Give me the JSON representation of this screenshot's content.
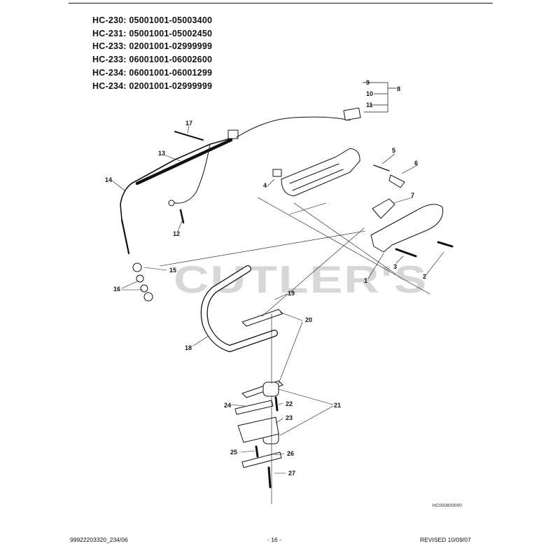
{
  "models": [
    {
      "model": "HC-230:",
      "serial": "05001001-05003400"
    },
    {
      "model": "HC-231:",
      "serial": "05001001-05002450"
    },
    {
      "model": "HC-233:",
      "serial": "02001001-02999999"
    },
    {
      "model": "HC-233:",
      "serial": "06001001-06002600"
    },
    {
      "model": "HC-234:",
      "serial": "06001001-06001299"
    },
    {
      "model": "HC-234:",
      "serial": "02001001-02999999"
    }
  ],
  "watermark": "CUTLER'S",
  "diagram_code": "HC000800000",
  "callouts": [
    "1",
    "2",
    "3",
    "4",
    "5",
    "6",
    "7",
    "8",
    "9",
    "10",
    "11",
    "12",
    "13",
    "14",
    "15",
    "16",
    "17",
    "18",
    "19",
    "20",
    "21",
    "22",
    "23",
    "24",
    "25",
    "26",
    "27"
  ],
  "footer": {
    "left": "99922203320_234/06",
    "center": "- 16 -",
    "right": "REVISED 10/09/07"
  }
}
